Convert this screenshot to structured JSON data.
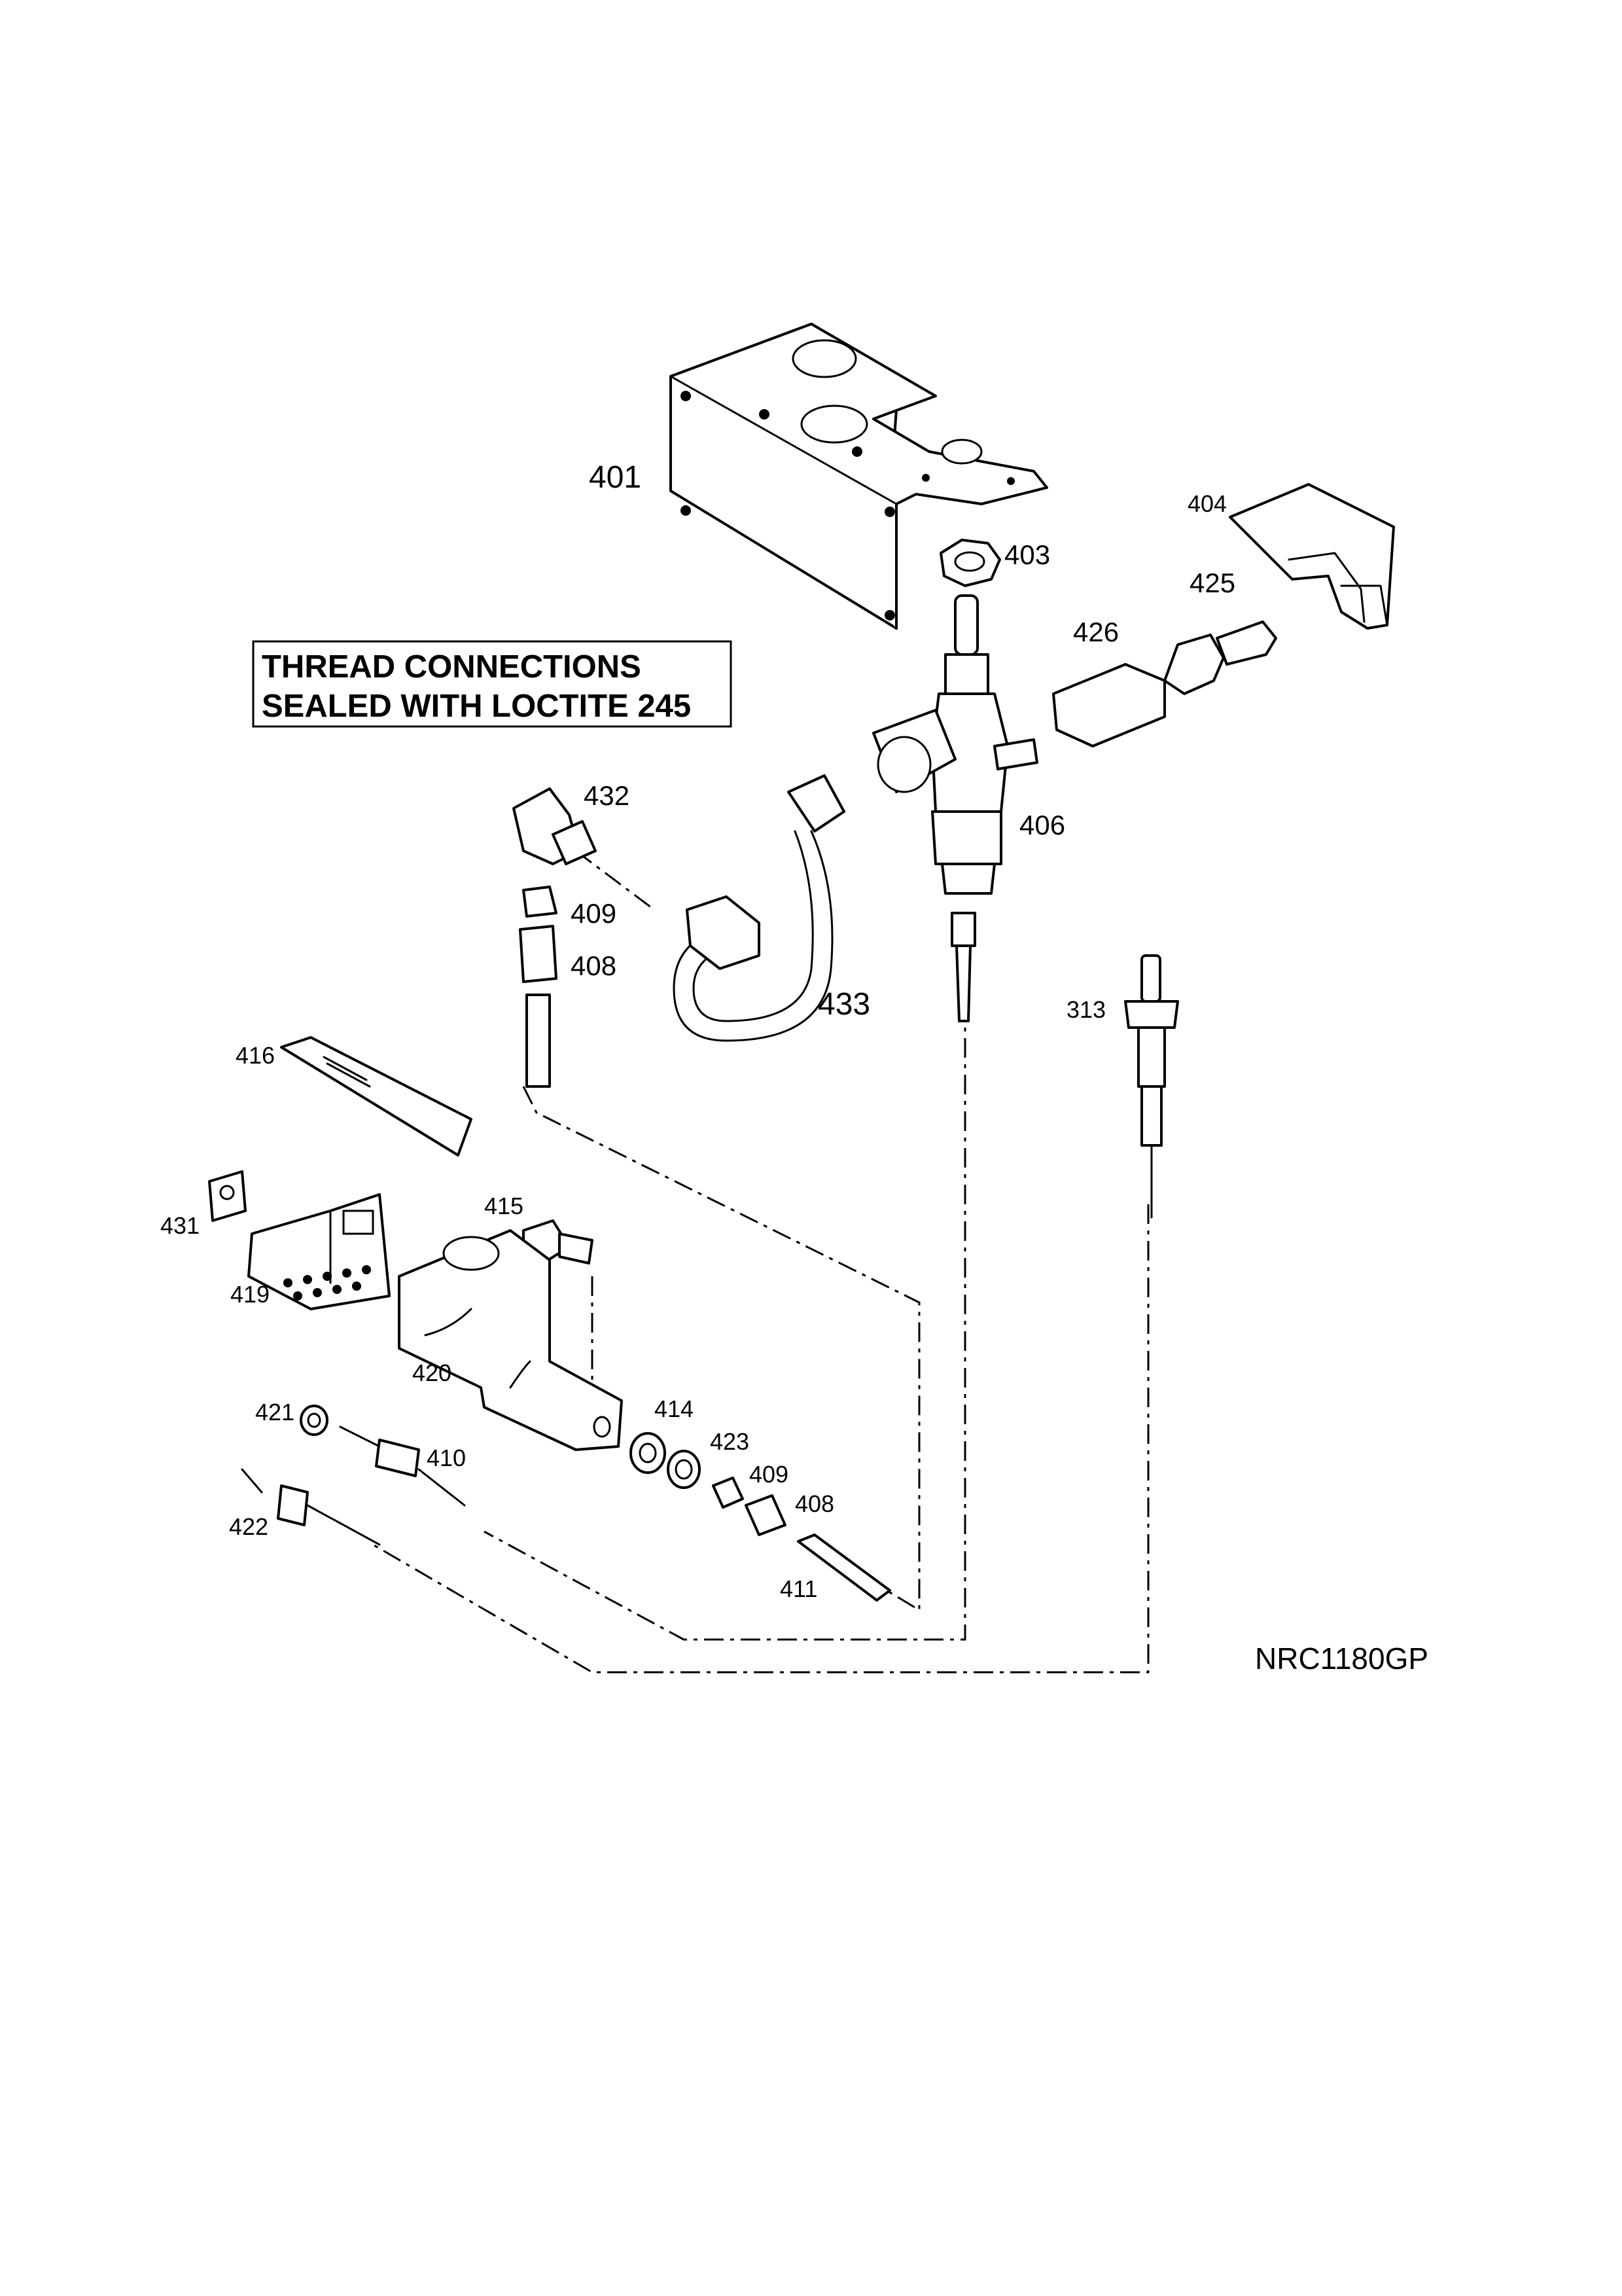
{
  "note": {
    "line1": "THREAD CONNECTIONS",
    "line2": "SEALED WITH LOCTITE 245"
  },
  "drawing_reference": "NRC1180GP",
  "parts": {
    "p401": "401",
    "p403": "403",
    "p404": "404",
    "p425": "425",
    "p426": "426",
    "p432": "432",
    "p406": "406",
    "p409a": "409",
    "p408a": "408",
    "p433": "433",
    "p313": "313",
    "p416": "416",
    "p431": "431",
    "p415": "415",
    "p419": "419",
    "p420": "420",
    "p421": "421",
    "p410": "410",
    "p414": "414",
    "p423": "423",
    "p409b": "409",
    "p408b": "408",
    "p422": "422",
    "p411": "411"
  }
}
